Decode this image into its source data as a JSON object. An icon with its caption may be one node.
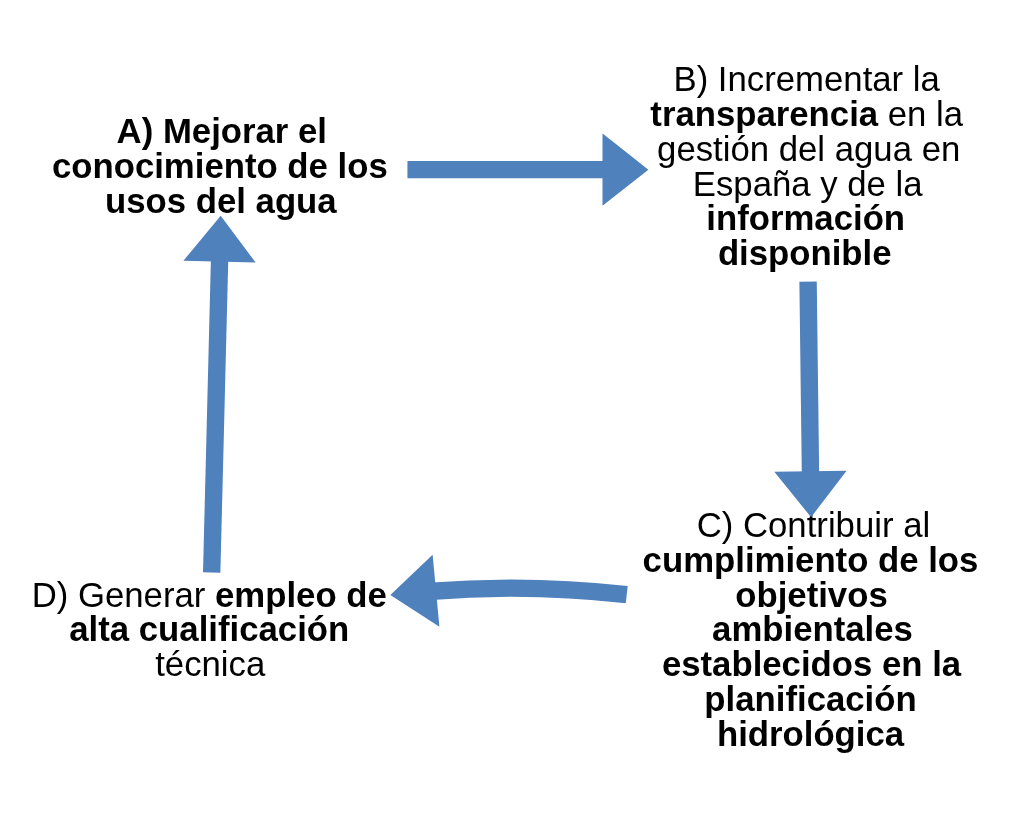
{
  "diagram": {
    "nodes": [
      {
        "text": [
          "A) Mejorar el conocimiento de los usos del agua"
        ]
      },
      {
        "text": [
          "B) Incrementar la **transparencia** en la gestión del agua en España y de la **información disponible**"
        ]
      },
      {
        "text": [
          "C) Contribuir al **cumplimiento de los objetivos ambientales establecidos en la planificación hidrológica**"
        ]
      },
      {
        "text": [
          "D) Generar **empleo de alta cualificación** técnica"
        ]
      }
    ],
    "edges": [
      {
        "from": 0,
        "to": 1,
        "arrow": "to"
      },
      {
        "from": 1,
        "to": 2,
        "arrow": "to"
      },
      {
        "from": 2,
        "to": 3,
        "arrow": "to"
      },
      {
        "from": 3,
        "to": 0,
        "arrow": "to"
      }
    ]
  }
}
